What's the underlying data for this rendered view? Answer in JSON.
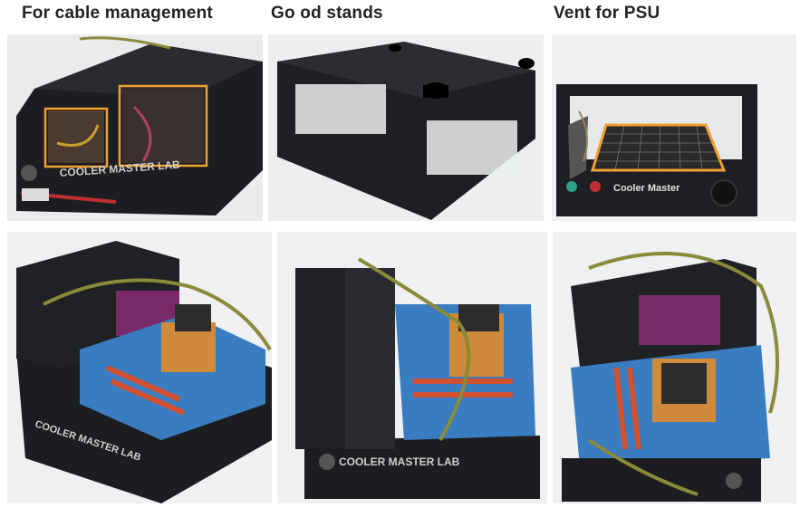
{
  "captions": {
    "cable": "For cable management",
    "stands": "Go od stands",
    "vent": "Vent for PSU"
  },
  "brand": {
    "lab": "COOLER MASTER LAB",
    "cm": "Cooler Master"
  },
  "colors": {
    "highlight": "#f0a030",
    "case": "#1c1d20",
    "board": "#3a7cc0",
    "heatsink": "#d08a3c",
    "cable": "#8a8a3a"
  }
}
